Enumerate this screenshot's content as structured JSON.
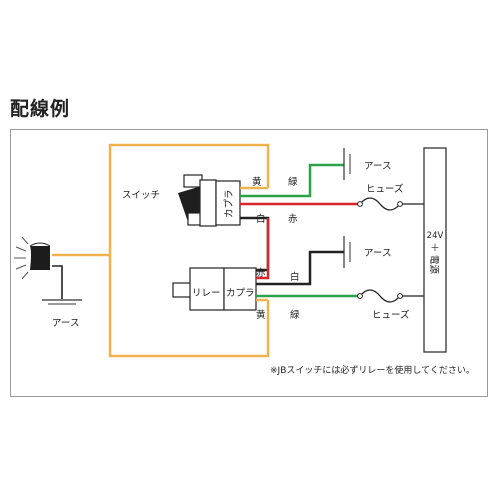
{
  "title": "配線例",
  "labels": {
    "switch": "スイッチ",
    "coupler_switch": "カプラ",
    "relay": "リレー",
    "coupler_relay": "カプラ",
    "ground": "アース",
    "ground_top": "アース",
    "ground_mid": "アース",
    "fuse_top": "ヒューズ",
    "fuse_bottom": "ヒューズ",
    "power_voltage": "24V",
    "power_plus": "＋",
    "power_source": "電源"
  },
  "wire_colors": {
    "yellow_top": "黄",
    "green_top": "緑",
    "white_top": "白",
    "red_top": "赤",
    "red_bottom": "赤",
    "white_bottom": "白",
    "yellow_bottom": "黄",
    "green_bottom": "緑"
  },
  "note": "※JBスイッチには必ずリレーを使用してください。",
  "colors": {
    "orange": "#F0B24E",
    "green": "#2AA34A",
    "red": "#D8262C",
    "black": "#222222",
    "gray": "#9a9a9a"
  }
}
